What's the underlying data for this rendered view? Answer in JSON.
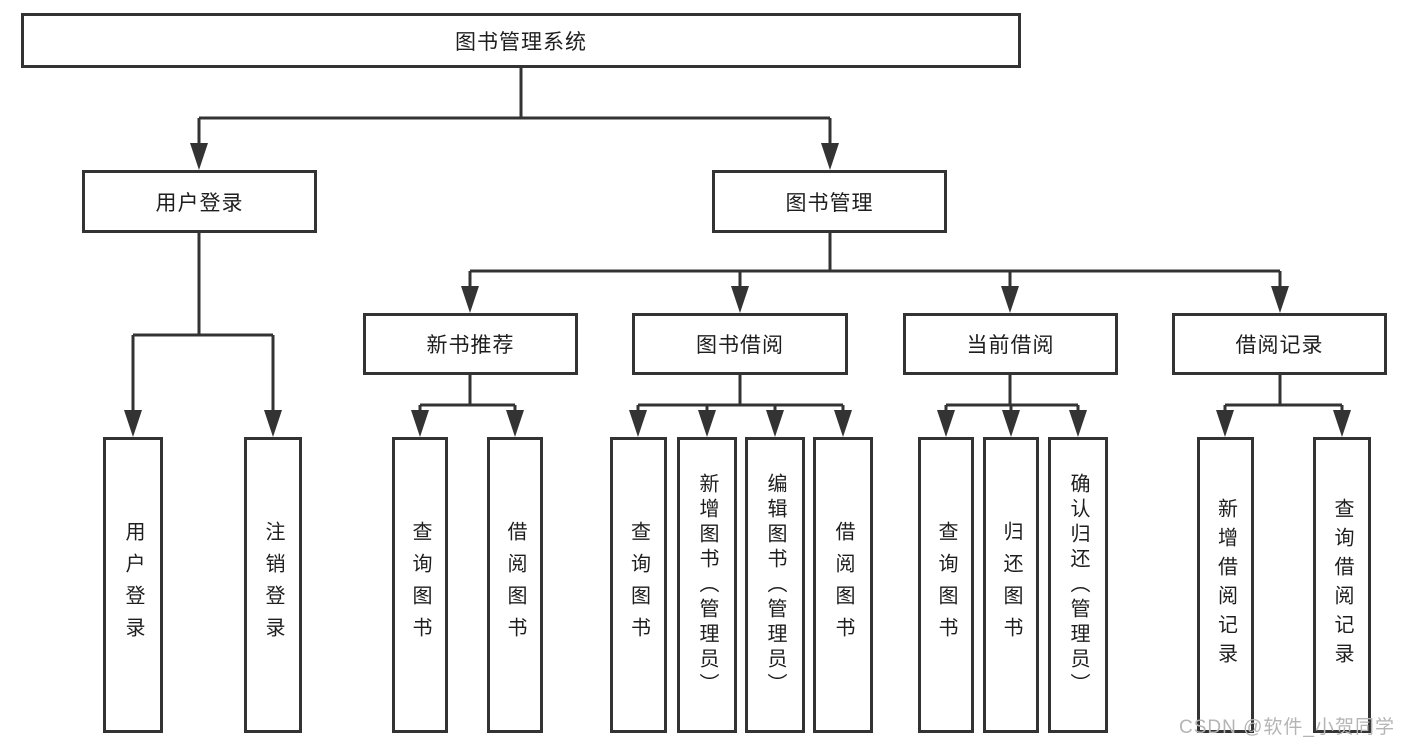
{
  "diagram": {
    "root": {
      "label": "图书管理系统"
    },
    "level2": {
      "user_login": {
        "label": "用户登录"
      },
      "book_mgmt": {
        "label": "图书管理"
      }
    },
    "level3": {
      "new_book_rec": {
        "label": "新书推荐"
      },
      "book_borrow": {
        "label": "图书借阅"
      },
      "current_borrow": {
        "label": "当前借阅"
      },
      "borrow_record": {
        "label": "借阅记录"
      }
    },
    "leaves": {
      "user_login": {
        "label": "用户登录"
      },
      "logout": {
        "label": "注销登录"
      },
      "query_book_a": {
        "label": "查询图书"
      },
      "borrow_book_a": {
        "label": "借阅图书"
      },
      "query_book_b": {
        "label": "查询图书"
      },
      "add_book": {
        "label": "新增图书（管理员）"
      },
      "edit_book": {
        "label": "编辑图书（管理员）"
      },
      "borrow_book_b": {
        "label": "借阅图书"
      },
      "query_book_c": {
        "label": "查询图书"
      },
      "return_book": {
        "label": "归还图书"
      },
      "confirm_return": {
        "label": "确认归还（管理员）"
      },
      "add_borrow_record": {
        "label": "新增借阅记录"
      },
      "query_borrow_record": {
        "label": "查询借阅记录"
      }
    }
  },
  "watermark": {
    "text": "CSDN @软件_小贺同学"
  },
  "colors": {
    "line": "#333333",
    "text": "#1e1e1e",
    "watermark_gray": "#b5b5b5",
    "background": "#ffffff"
  }
}
